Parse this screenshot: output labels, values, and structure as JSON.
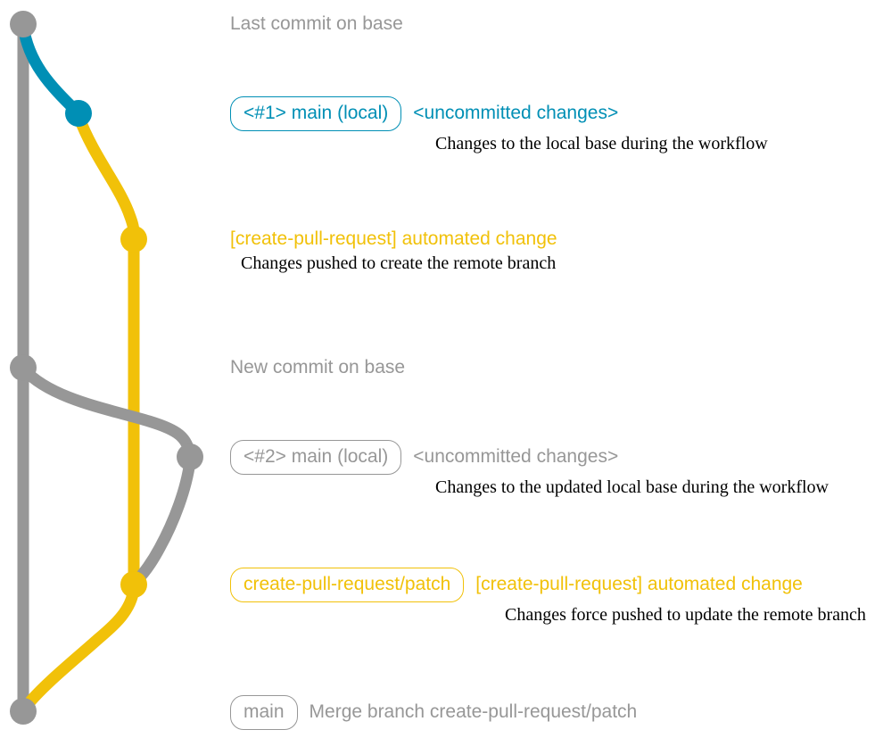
{
  "diagram": {
    "colors": {
      "base_branch": "#979797",
      "local_branch": "#008fb5",
      "remote_branch": "#f1c109",
      "description_text": "#000000",
      "background": "#ffffff"
    },
    "annotations": {
      "last_commit": {
        "message": "Last commit on base"
      },
      "local_commit_1": {
        "badge": "<#1> main (local)",
        "message": "<uncommitted changes>",
        "description": "Changes to the local base during the workflow"
      },
      "remote_commit_1": {
        "message": "[create-pull-request] automated change",
        "description": "Changes pushed to create the remote branch"
      },
      "new_commit": {
        "message": "New commit on base"
      },
      "local_commit_2": {
        "badge": "<#2> main (local)",
        "message": "<uncommitted changes>",
        "description": "Changes to the updated local base during the workflow"
      },
      "remote_commit_2": {
        "badge": "create-pull-request/patch",
        "message": "[create-pull-request] automated change",
        "description": "Changes force pushed to update the remote branch"
      },
      "merge_commit": {
        "badge": "main",
        "message": "Merge branch create-pull-request/patch"
      }
    }
  }
}
